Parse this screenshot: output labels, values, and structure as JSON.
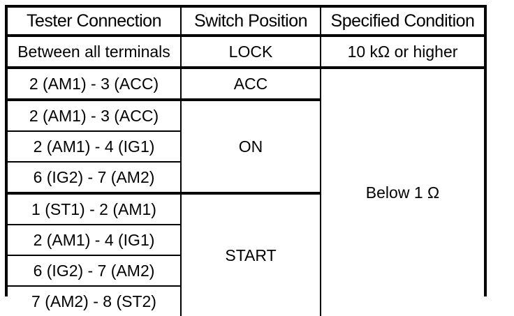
{
  "table": {
    "name": "ignition-switch-continuity-spec-table",
    "headers": [
      "Tester Connection",
      "Switch Position",
      "Specified Condition"
    ],
    "groups": [
      {
        "switch_position": "LOCK",
        "specified_condition": "10 kΩ or higher",
        "connections": [
          "Between all terminals"
        ]
      },
      {
        "switch_position": "ACC",
        "specified_condition": "Below 1 Ω",
        "connections": [
          "2 (AM1) - 3 (ACC)"
        ]
      },
      {
        "switch_position": "ON",
        "specified_condition": "",
        "connections": [
          "2 (AM1) - 3 (ACC)",
          "2 (AM1) - 4 (IG1)",
          "6 (IG2) - 7 (AM2)"
        ]
      },
      {
        "switch_position": "START",
        "specified_condition": "",
        "connections": [
          "1 (ST1) - 2 (AM1)",
          "2 (AM1) - 4 (IG1)",
          "6 (IG2) - 7 (AM2)",
          "7 (AM2) - 8 (ST2)"
        ]
      }
    ],
    "cells": {
      "r1c1": "Between all terminals",
      "r1c2": "LOCK",
      "r1c3": "10 kΩ or higher",
      "r2c1": "2 (AM1) - 3 (ACC)",
      "r2c2": "ACC",
      "r3c1": "2 (AM1) - 3 (ACC)",
      "r4c1": "2 (AM1) - 4 (IG1)",
      "r5c1": "6 (IG2) - 7 (AM2)",
      "r3c2": "ON",
      "r6c1": "1 (ST1) - 2 (AM1)",
      "r7c1": "2 (AM1) - 4 (IG1)",
      "r8c1": "6 (IG2) - 7 (AM2)",
      "r9c1": "7 (AM2) - 8 (ST2)",
      "r6c2": "START",
      "below_one_ohm": "Below 1 Ω"
    }
  },
  "colors": {
    "border": "#000000",
    "background": "#ffffff",
    "text": "#000000"
  }
}
